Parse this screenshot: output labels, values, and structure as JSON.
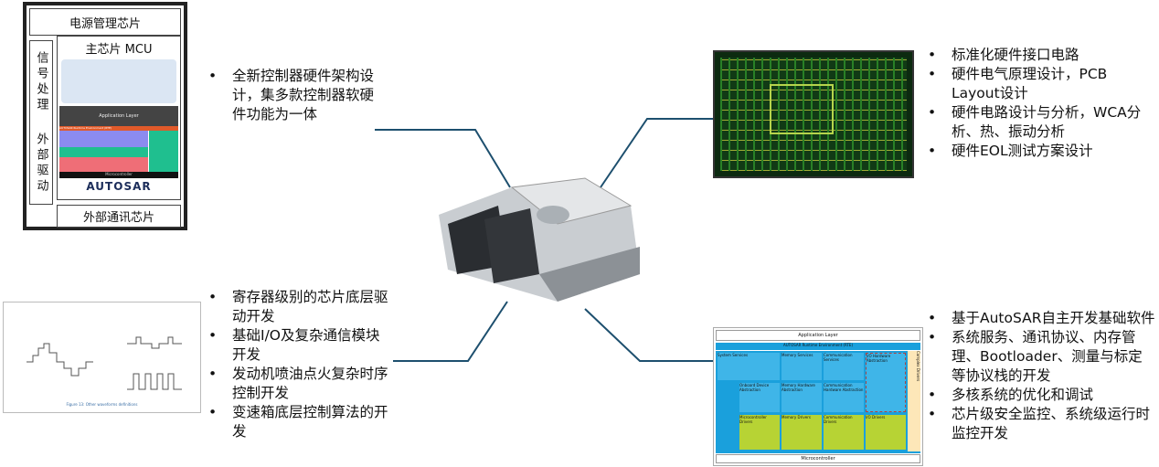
{
  "arch": {
    "power": "电源管理芯片",
    "mcu": "主芯片 MCU",
    "signal": "信号处理",
    "ext_drive": "外部驱动",
    "ext_comm": "外部通讯芯片",
    "autosar_logo": "AUTOSAR",
    "app_layer": "Application Layer",
    "rte": "AUTOSAR Runtime Environment (RTE)",
    "microcontroller": "Microcontroller"
  },
  "top_left_text": [
    "全新控制器硬件架构设计，集多款控制器软硬件功能为一体"
  ],
  "top_right_text": [
    "标准化硬件接口电路",
    "硬件电气原理设计，PCB Layout设计",
    "硬件电路设计与分析，WCA分析、热、振动分析",
    "硬件EOL测试方案设计"
  ],
  "bottom_left_text": [
    "寄存器级别的芯片底层驱动开发",
    "基础I/O及复杂通信模块开发",
    "发动机喷油点火复杂时序控制开发",
    "变速箱底层控制算法的开发"
  ],
  "bottom_right_text": [
    "基于AutoSAR自主开发基础软件",
    "系统服务、通讯协议、内存管理、Bootloader、测量与标定等协议栈的开发",
    "多核系统的优化和调试",
    "芯片级安全监控、系统级运行时监控开发"
  ],
  "wave": {
    "caption": "Figure 13: Other waveforms definitions"
  },
  "asar": {
    "app": "Application Layer",
    "rte": "AUTOSAR Runtime Environment (RTE)",
    "sys": "System Services",
    "mem": "Memory Services",
    "com": "Communication Services",
    "io": "I/O Hardware Abstraction",
    "onboard": "Onboard Device Abstraction",
    "memhw": "Memory Hardware Abstraction",
    "comhw": "Communication Hardware Abstraction",
    "mcu_drv": "Microcontroller Drivers",
    "mem_drv": "Memory Drivers",
    "com_drv": "Communication Drivers",
    "io_drv": "I/O Drivers",
    "complex": "Complex Drivers",
    "micro": "Microcontroller"
  }
}
